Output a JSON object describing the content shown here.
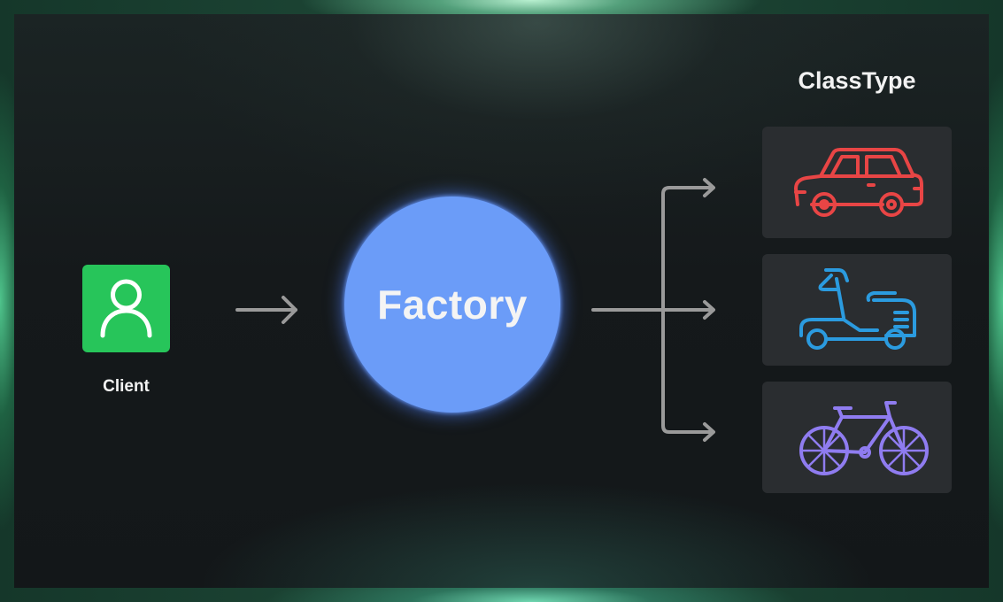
{
  "client": {
    "label": "Client",
    "icon": "user-icon",
    "color": "#27c55a"
  },
  "factory": {
    "label": "Factory",
    "color": "#6b9cf8"
  },
  "class_type": {
    "title": "ClassType",
    "items": [
      {
        "icon": "car-icon",
        "color": "#e84545"
      },
      {
        "icon": "scooter-icon",
        "color": "#2b9bdf"
      },
      {
        "icon": "bicycle-icon",
        "color": "#8f7cf0"
      }
    ]
  },
  "arrow_color": "#9a9a9a"
}
